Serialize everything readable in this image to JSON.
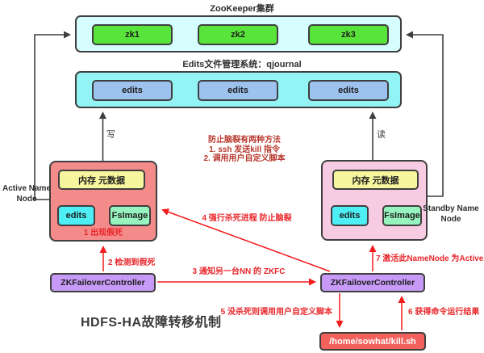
{
  "title": "HDFS-HA故障转移机制",
  "zookeeper": {
    "title": "ZooKeeper集群",
    "nodes": [
      "zk1",
      "zk2",
      "zk3"
    ]
  },
  "qjournal": {
    "title": "Edits文件管理系统：qjournal",
    "nodes": [
      "edits",
      "edits",
      "edits"
    ]
  },
  "edges": {
    "write": "写",
    "read": "读"
  },
  "note": {
    "line1": "防止脑裂有两种方法",
    "line2": "1. ssh 发送kill 指令",
    "line3": "2. 调用用户自定义脚本"
  },
  "active_nn": {
    "label": "Active Name Node",
    "memory": "内存 元数据",
    "edits": "edits",
    "fsimage": "FsImage",
    "status": "1 出现假死"
  },
  "standby_nn": {
    "label": "Standby Name Node",
    "memory": "内存 元数据",
    "edits": "edits",
    "fsimage": "FsImage"
  },
  "zkfc_left": {
    "label": "ZKFailoverController"
  },
  "zkfc_right": {
    "label": "ZKFailoverController"
  },
  "kill_script": {
    "label": "/home/sowhat/kill.sh"
  },
  "steps": {
    "s2": "2 检测到假死",
    "s3": "3 通知另一台NN 的 ZKFC",
    "s4": "4 强行杀死进程 防止脑裂",
    "s5": "5 没杀死则调用用户自定义脚本",
    "s6": "6 获得命令运行结果",
    "s7": "7 激活此NameNode 为Active"
  },
  "colors": {
    "zk_container": "#d7feff",
    "zk_node": "#58e43a",
    "qjournal_container": "#93f4f6",
    "qjournal_node": "#9dc2ee",
    "active_nn": "#f48b8b",
    "standby_nn": "#f7cbe1",
    "memory": "#f6f69e",
    "edits_inner": "#4deef4",
    "fsimage": "#98f4be",
    "zkfc": "#c69af6",
    "kill_box": "#f2615c",
    "red_arrow": "#f31b1c",
    "black_line": "#3f3f3f"
  }
}
